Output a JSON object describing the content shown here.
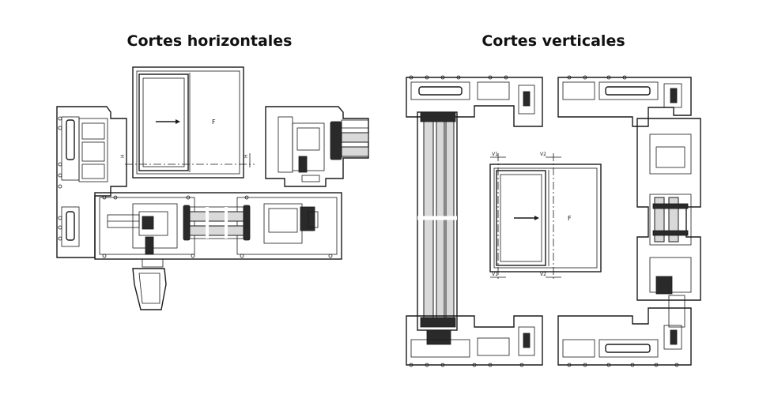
{
  "titles": {
    "horizontal": "Cortes horizontales",
    "vertical": "Cortes verticales"
  },
  "diagram_labels": {
    "fixed_pane": "F",
    "h_marker": "H",
    "v1_marker": "V1",
    "v2_marker": "V2"
  }
}
